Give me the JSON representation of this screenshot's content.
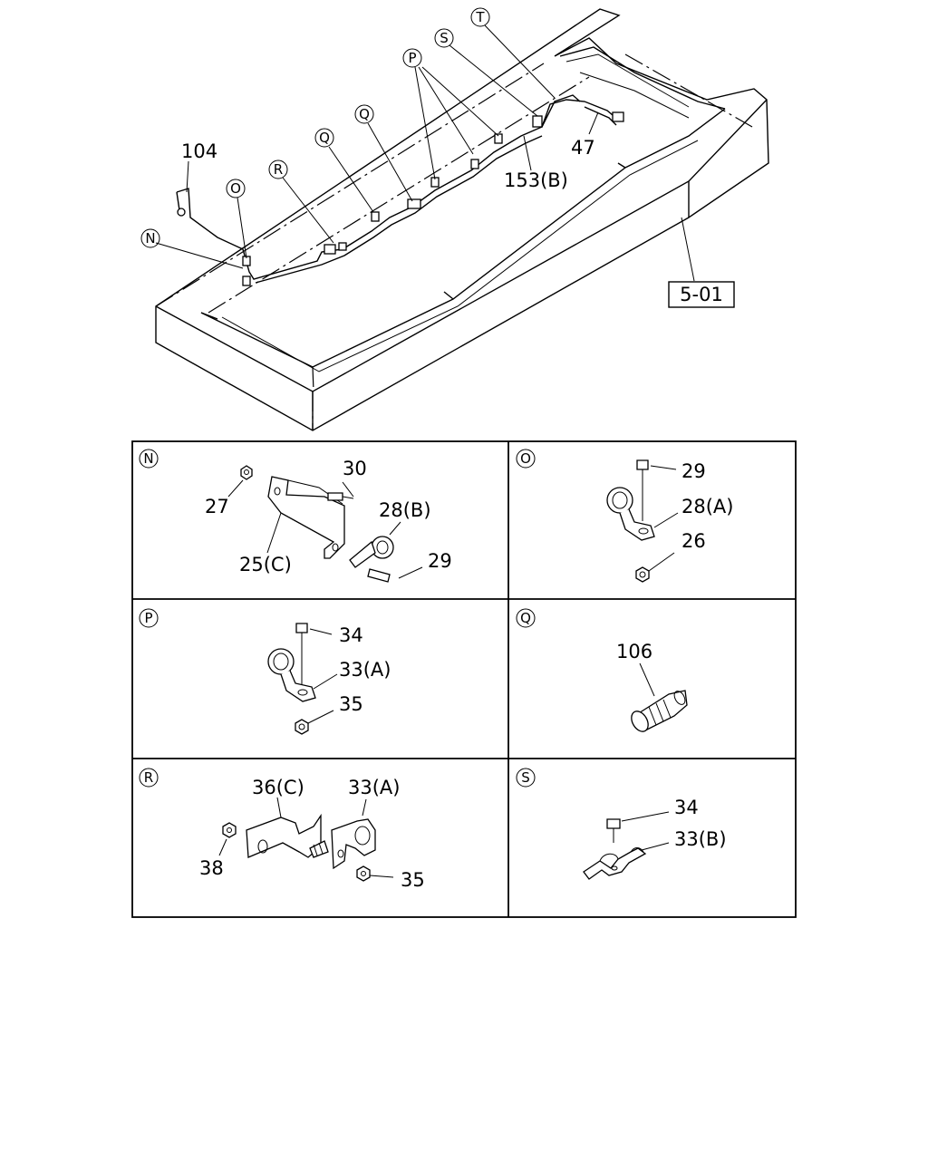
{
  "top_view": {
    "callouts": {
      "N": "N",
      "O": "O",
      "R": "R",
      "Q1": "Q",
      "Q2": "Q",
      "P": "P",
      "S": "S",
      "T": "T"
    },
    "labels": {
      "p104": "104",
      "p153b": "153(B)",
      "p47": "47",
      "ref": "5-01"
    }
  },
  "panels": {
    "N": {
      "letter": "N",
      "labels": {
        "l27": "27",
        "l30": "30",
        "l28b": "28(B)",
        "l25c": "25(C)",
        "l29": "29"
      }
    },
    "O": {
      "letter": "O",
      "labels": {
        "l29": "29",
        "l28a": "28(A)",
        "l26": "26"
      }
    },
    "P": {
      "letter": "P",
      "labels": {
        "l34": "34",
        "l33a": "33(A)",
        "l35": "35"
      }
    },
    "Q": {
      "letter": "Q",
      "labels": {
        "l106": "106"
      }
    },
    "R": {
      "letter": "R",
      "labels": {
        "l36c": "36(C)",
        "l33a": "33(A)",
        "l38": "38",
        "l35": "35"
      }
    },
    "S": {
      "letter": "S",
      "labels": {
        "l34": "34",
        "l33b": "33(B)"
      }
    }
  }
}
